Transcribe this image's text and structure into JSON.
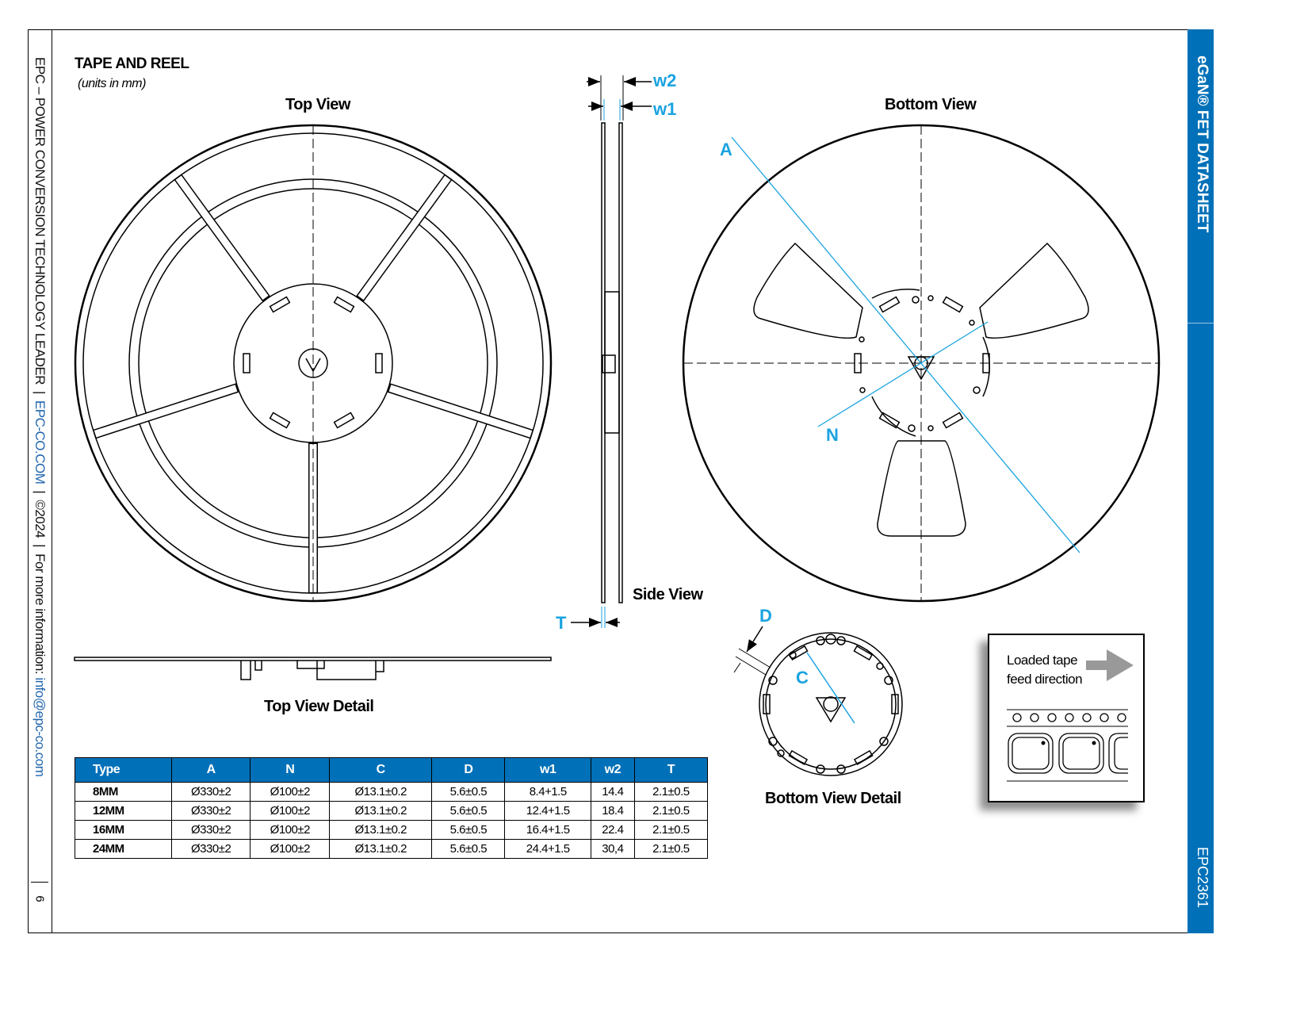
{
  "sidebar": {
    "company": "EPC – POWER CONVERSION TECHNOLOGY LEADER",
    "website": "EPC-CO.COM",
    "copyright": "©2024",
    "info_prefix": "For more information: ",
    "info_email": "info@epc-co.com",
    "page_number": "6"
  },
  "band": {
    "title": "eGaN® FET DATASHEET",
    "part": "EPC2361"
  },
  "header": {
    "title": "TAPE AND REEL",
    "units": "(units in mm)"
  },
  "views": {
    "top": "Top View",
    "side": "Side View",
    "bottom": "Bottom View",
    "top_detail": "Top View Detail",
    "bottom_detail": "Bottom View Detail"
  },
  "dims": {
    "w2": "w2",
    "w1": "w1",
    "T": "T",
    "A": "A",
    "N": "N",
    "D": "D",
    "C": "C"
  },
  "tape": {
    "line1": "Loaded tape",
    "line2": "feed direction"
  },
  "colors": {
    "accent": "#0070b8",
    "dim_line": "#1aa3e0"
  },
  "table": {
    "headers": [
      "Type",
      "A",
      "N",
      "C",
      "D",
      "w1",
      "w2",
      "T"
    ],
    "rows": [
      [
        "8MM",
        "Ø330±2",
        "Ø100±2",
        "Ø13.1±0.2",
        "5.6±0.5",
        "8.4+1.5",
        "14.4",
        "2.1±0.5"
      ],
      [
        "12MM",
        "Ø330±2",
        "Ø100±2",
        "Ø13.1±0.2",
        "5.6±0.5",
        "12.4+1.5",
        "18.4",
        "2.1±0.5"
      ],
      [
        "16MM",
        "Ø330±2",
        "Ø100±2",
        "Ø13.1±0.2",
        "5.6±0.5",
        "16.4+1.5",
        "22.4",
        "2.1±0.5"
      ],
      [
        "24MM",
        "Ø330±2",
        "Ø100±2",
        "Ø13.1±0.2",
        "5.6±0.5",
        "24.4+1.5",
        "30,4",
        "2.1±0.5"
      ]
    ]
  }
}
